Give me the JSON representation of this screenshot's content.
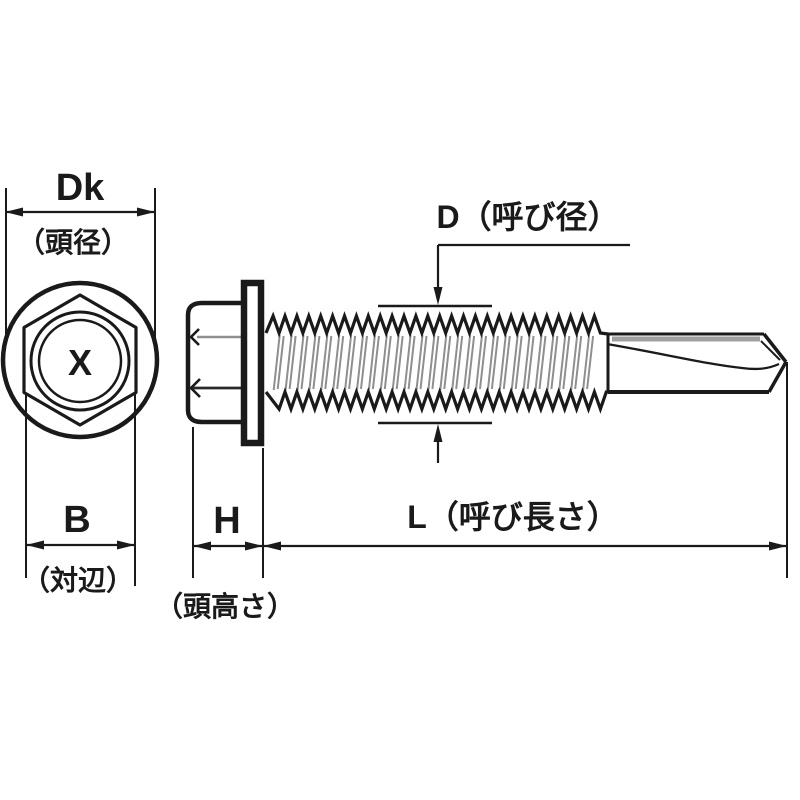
{
  "diagram": {
    "head_marking": "X",
    "dimensions": {
      "dk": {
        "symbol": "Dk",
        "description": "（頭径）"
      },
      "d": {
        "label": "D（呼び径）"
      },
      "b": {
        "symbol": "B",
        "description": "（対辺）"
      },
      "h": {
        "symbol": "H",
        "description": "（頭高さ）"
      },
      "l": {
        "label": "L（呼び長さ）"
      }
    },
    "colors": {
      "line": "#1a1a1a",
      "thread_shading": "#8f8f8f",
      "background": "#ffffff"
    }
  }
}
